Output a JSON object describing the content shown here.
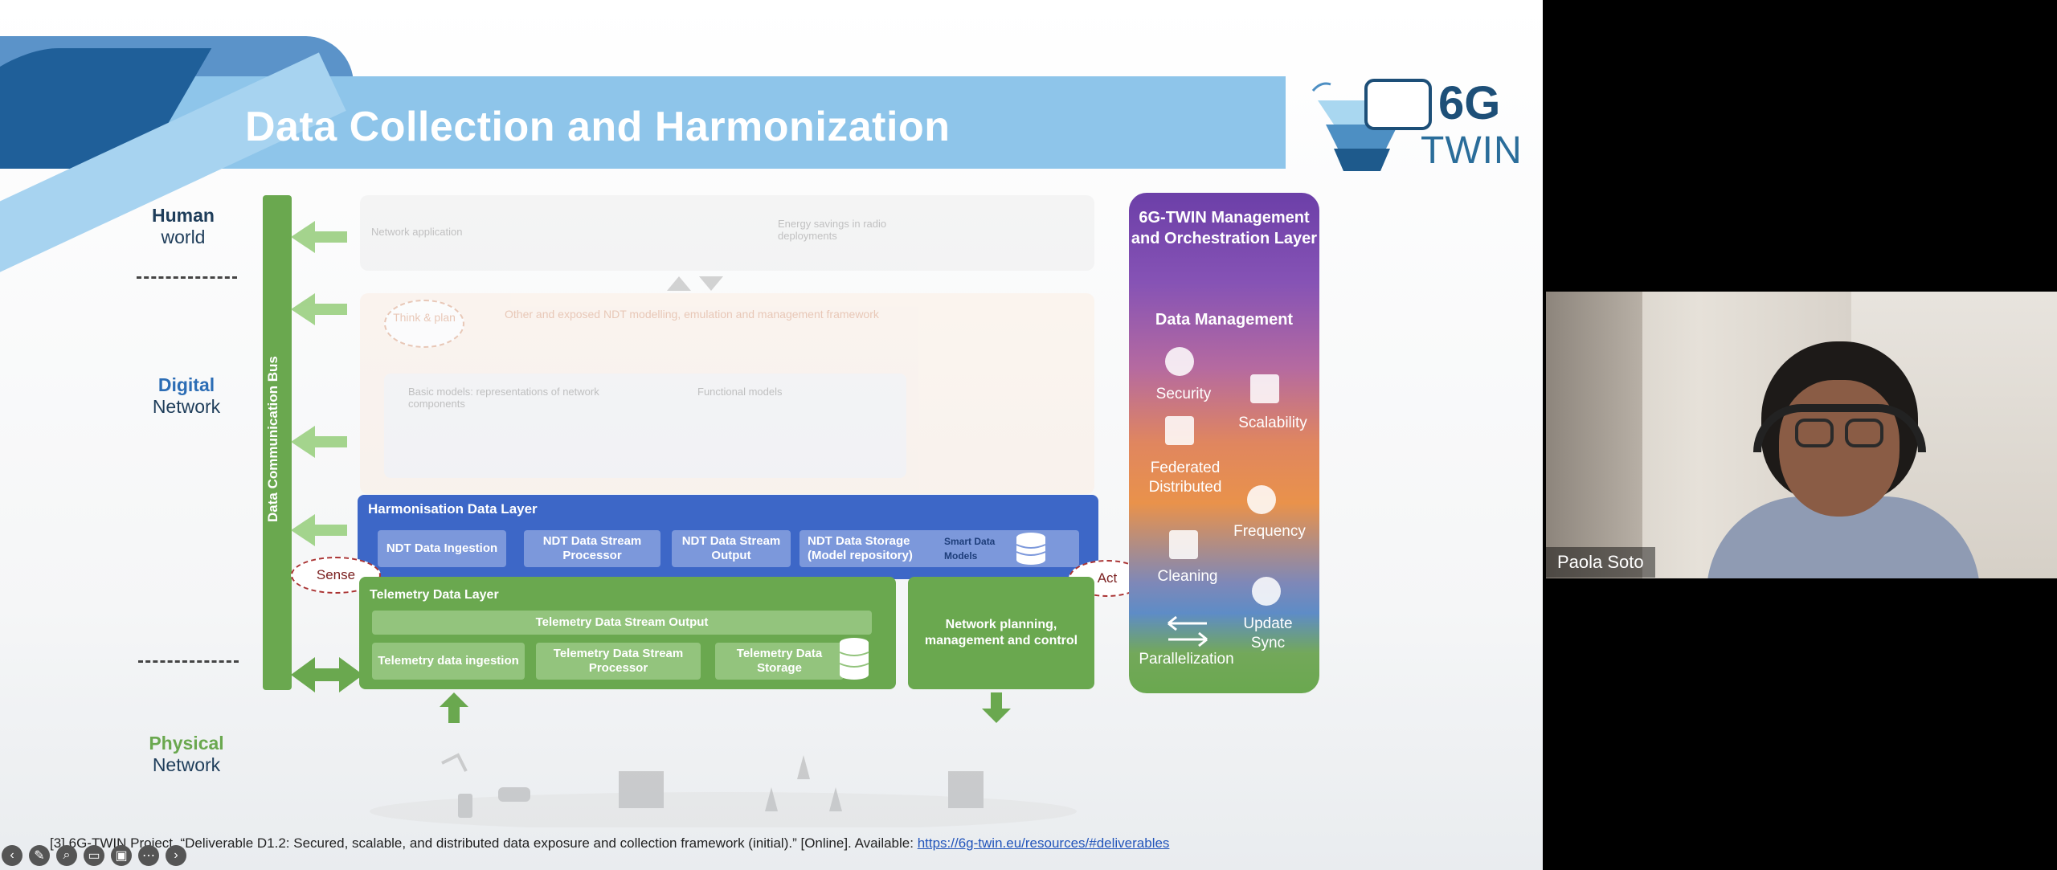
{
  "slide": {
    "title": "Data Collection and Harmonization",
    "logo": {
      "line1": "6G",
      "line2": "TWIN"
    },
    "left_labels": {
      "human_bold": "Human",
      "human_rest": "world",
      "digital_bold": "Digital",
      "digital_rest": "Network",
      "physical_bold": "Physical",
      "physical_rest": "Network"
    },
    "bus_label": "Data Communication Bus",
    "faded_panel": {
      "label1": "Network application",
      "label2": "Energy savings in radio deployments",
      "label3": "Think & plan",
      "label4": "Other and exposed NDT modelling, emulation and management framework",
      "label5": "Basic models: representations of network components",
      "label6": "Functional models"
    },
    "harmonisation": {
      "title": "Harmonisation Data Layer",
      "boxes": [
        "NDT Data Ingestion",
        "NDT Data Stream Processor",
        "NDT Data Stream Output",
        "NDT Data Storage (Model repository)"
      ],
      "smart": "Smart Data Models"
    },
    "telemetry": {
      "title": "Telemetry Data Layer",
      "output": "Telemetry Data Stream Output",
      "boxes": [
        "Telemetry data ingestion",
        "Telemetry Data Stream Processor",
        "Telemetry Data Storage"
      ]
    },
    "network_planning": "Network planning, management and control",
    "sense": "Sense",
    "act": "Act",
    "management": {
      "title": "6G-TWIN Management and Orchestration Layer",
      "subtitle": "Data Management",
      "items": [
        "Security",
        "Scalability",
        "Federated Distributed",
        "Frequency",
        "Cleaning",
        "Update Sync",
        "Parallelization"
      ]
    },
    "footer": {
      "citation": "[3] 6G-TWIN Project, “Deliverable D1.2: Secured, scalable, and distributed data exposure and collection framework (initial).” [Online]. Available:",
      "link": "https://6g-twin.eu/resources/#deliverables"
    }
  },
  "video": {
    "participant_name": "Paola Soto"
  },
  "controls": {
    "icons": [
      "back-icon",
      "pen-icon",
      "zoom-icon",
      "captions-icon",
      "camera-icon",
      "more-icon",
      "forward-icon"
    ]
  }
}
